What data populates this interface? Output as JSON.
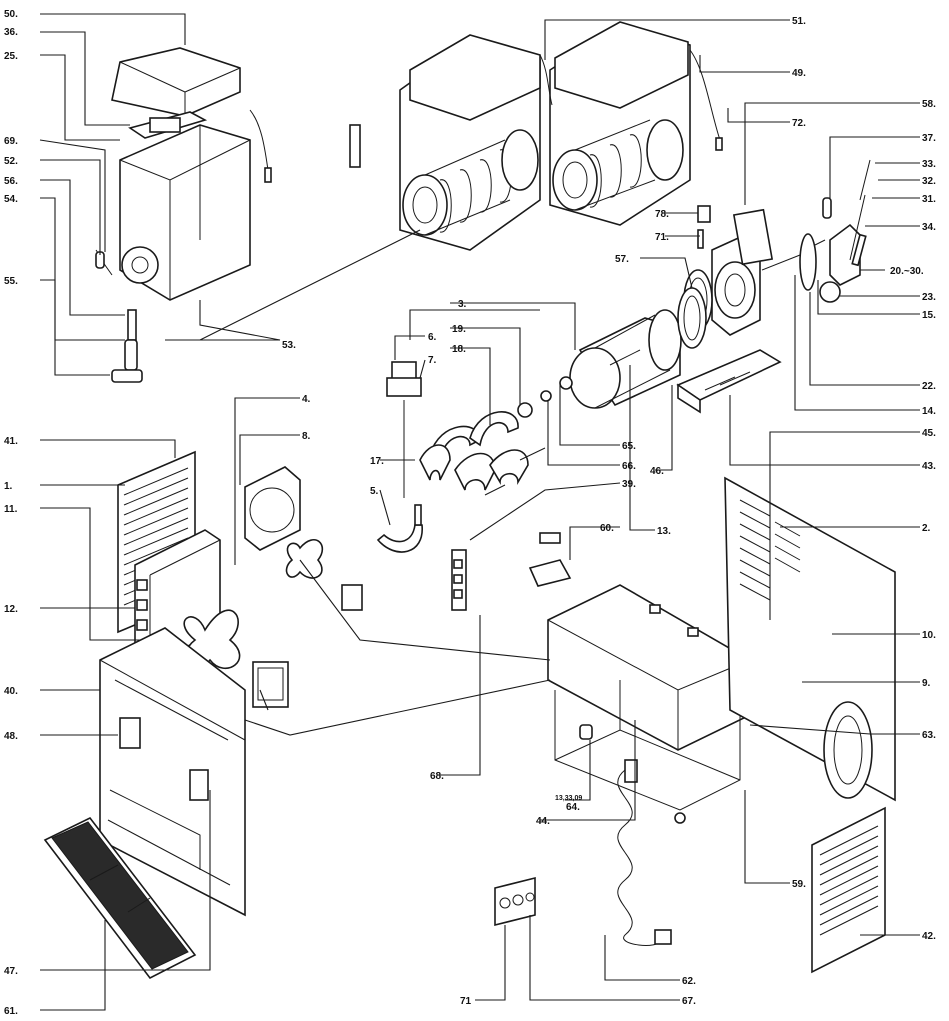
{
  "labels": {
    "l50": "50.",
    "l36": "36.",
    "l25": "25.",
    "l69": "69.",
    "l52": "52.",
    "l56": "56.",
    "l54": "54.",
    "l55": "55.",
    "l41": "41.",
    "l1": "1.",
    "l11": "11.",
    "l12": "12.",
    "l40": "40.",
    "l48": "48.",
    "l47": "47.",
    "l61": "61.",
    "l51": "51.",
    "l49": "49.",
    "l72": "72.",
    "l58": "58.",
    "l37": "37.",
    "l33": "33.",
    "l32": "32.",
    "l31": "31.",
    "l34": "34.",
    "l2030": "20.~30.",
    "l23": "23.",
    "l15": "15.",
    "l22": "22.",
    "l14": "14.",
    "l45": "45.",
    "l43": "43.",
    "l2": "2.",
    "l10": "10.",
    "l9": "9.",
    "l63": "63.",
    "l59": "59.",
    "l42": "42.",
    "l62": "62.",
    "l67": "67.",
    "l71b": "71",
    "l53": "53.",
    "l6": "6.",
    "l7": "7.",
    "l4": "4.",
    "l8": "8.",
    "l17": "17.",
    "l5": "5.",
    "l3": "3.",
    "l19": "19.",
    "l18": "18.",
    "l65": "65.",
    "l66": "66.",
    "l39": "39.",
    "l13": "13.",
    "l46": "46.",
    "l60": "60.",
    "l68": "68.",
    "l44": "44.",
    "l64": "64.",
    "l64sub": "13,33,09",
    "l78": "78.",
    "l71": "71.",
    "l57": "57."
  }
}
